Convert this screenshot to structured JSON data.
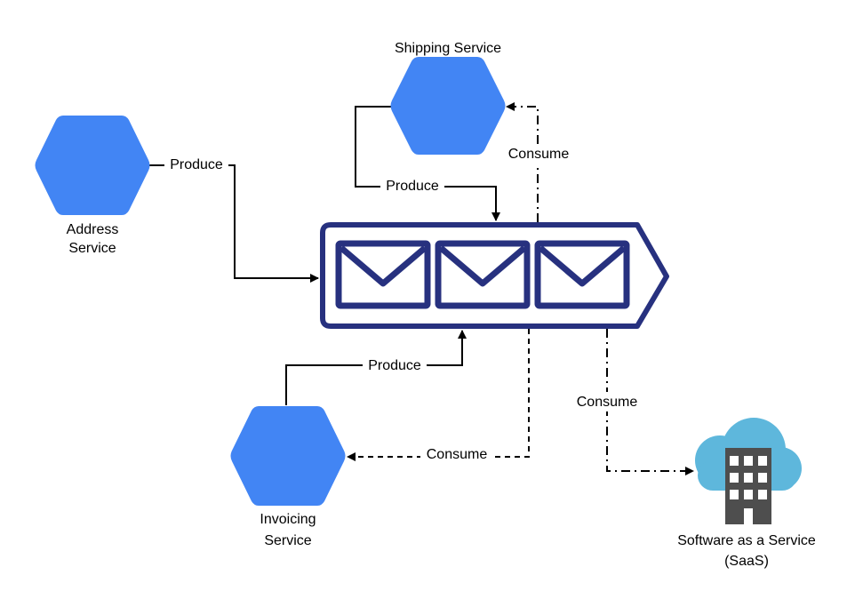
{
  "colors": {
    "service": "#4285F4",
    "queue": "#27317F",
    "line": "#000000",
    "cloud": "#5EB7DC",
    "building": "#4E4E4E",
    "building_window": "#FFFFFF",
    "background": "#FFFFFF"
  },
  "nodes": {
    "shipping": {
      "label": "Shipping Service",
      "icon": "hexagon-icon"
    },
    "address": {
      "label_line1": "Address",
      "label_line2": "Service",
      "icon": "hexagon-icon"
    },
    "invoicing": {
      "label_line1": "Invoicing",
      "label_line2": "Service",
      "icon": "hexagon-icon"
    },
    "saas": {
      "label_line1": "Software as a Service",
      "label_line2": "(SaaS)",
      "icon": "cloud-building-icon"
    },
    "queue": {
      "icon": "message-queue-icon",
      "messages": 3
    }
  },
  "edges": {
    "address_produce": {
      "label": "Produce",
      "style": "solid"
    },
    "shipping_produce": {
      "label": "Produce",
      "style": "solid"
    },
    "shipping_consume": {
      "label": "Consume",
      "style": "dash-dot"
    },
    "invoicing_produce": {
      "label": "Produce",
      "style": "solid"
    },
    "invoicing_consume": {
      "label": "Consume",
      "style": "dashed"
    },
    "saas_consume": {
      "label": "Consume",
      "style": "dash-dot"
    }
  }
}
